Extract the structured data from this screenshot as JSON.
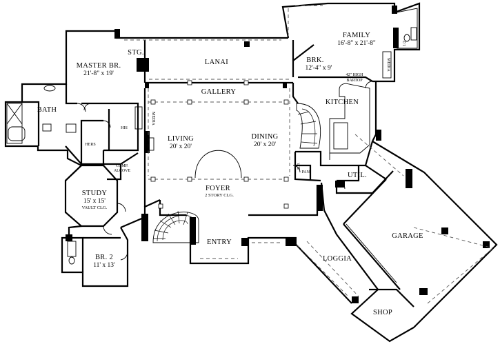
{
  "rooms": {
    "master_br": {
      "name": "MASTER BR.",
      "dims": "21'-8\" x 19'"
    },
    "stg": {
      "name": "STG."
    },
    "lanai": {
      "name": "LANAI"
    },
    "brk": {
      "name": "BRK.",
      "dims": "12'-4\" x 9'"
    },
    "family": {
      "name": "FAMILY",
      "dims": "16'-8\" x 21'-8\""
    },
    "half_bath": {
      "name": "1/2"
    },
    "bath": {
      "name": "BATH"
    },
    "gallery": {
      "name": "GALLERY"
    },
    "kitchen": {
      "name": "KITCHEN"
    },
    "bartop": {
      "line1": "42\" HIGH",
      "line2": "BARTOP"
    },
    "media_family": {
      "name": "MEDIA"
    },
    "media_living": {
      "name": "MEDIA"
    },
    "his": {
      "name": "HIS"
    },
    "hers": {
      "name": "HERS"
    },
    "living": {
      "name": "LIVING",
      "dims": "20' x 20'"
    },
    "dining": {
      "name": "DINING",
      "dims": "20' x 20'"
    },
    "comp_alcove": {
      "line1": "COMP.",
      "line2": "ALCOVE"
    },
    "pan": {
      "name": "PAN."
    },
    "bp": {
      "name": "B.P."
    },
    "util": {
      "name": "UTIL."
    },
    "study": {
      "name": "STUDY",
      "dims": "15' x 15'",
      "note": "VAULT CLG."
    },
    "foyer": {
      "name": "FOYER",
      "note": "2 STORY CLG."
    },
    "garage": {
      "name": "GARAGE"
    },
    "entry": {
      "name": "ENTRY"
    },
    "loggia": {
      "name": "LOGGIA"
    },
    "br2": {
      "name": "BR. 2",
      "dims": "11' x 13'"
    },
    "shop": {
      "name": "SHOP"
    }
  }
}
